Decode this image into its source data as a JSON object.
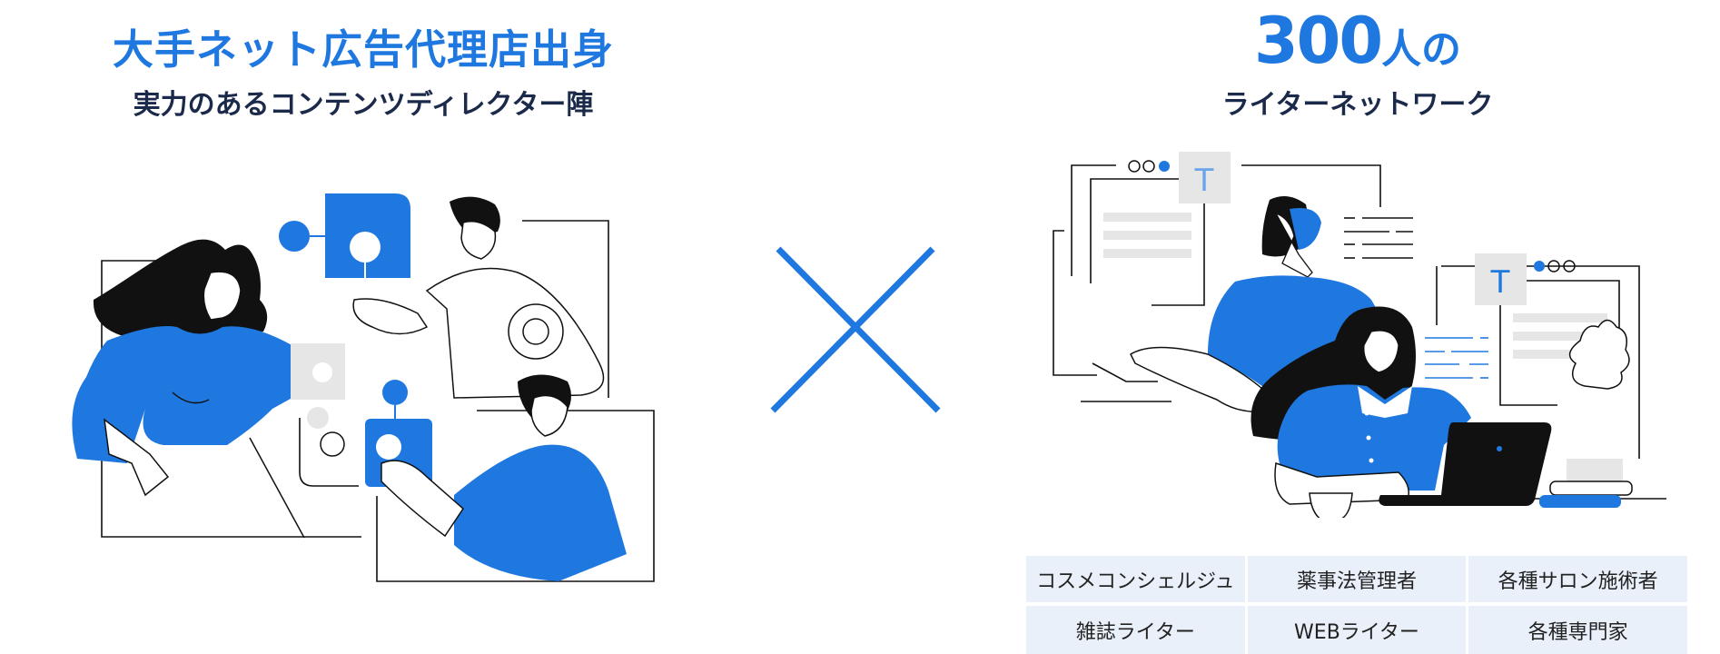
{
  "left_panel": {
    "title": "大手ネット広告代理店出身",
    "subtitle": "実力のあるコンテンツディレクター陣",
    "illustration": "team-collaboration-puzzle-illustration"
  },
  "separator": {
    "icon": "times-icon"
  },
  "right_panel": {
    "title_number": "300",
    "title_suffix": "人の",
    "subtitle": "ライターネットワーク",
    "illustration": "writers-working-illustration",
    "roles": [
      [
        "コスメコンシェルジュ",
        "薬事法管理者",
        "各種サロン施術者"
      ],
      [
        "雑誌ライター",
        "WEBライター",
        "各種専門家"
      ]
    ]
  },
  "colors": {
    "accent_blue": "#1e78e0",
    "navy_text": "#1b2a4a",
    "cell_bg": "#e9f0f9",
    "light_gray": "#e6e6e6"
  }
}
